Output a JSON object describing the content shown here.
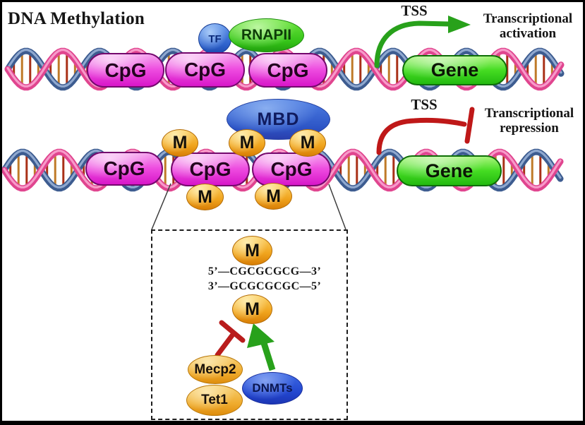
{
  "title": "DNA Methylation",
  "labels": {
    "cpg": "CpG",
    "m": "M",
    "gene": "Gene",
    "tss": "TSS"
  },
  "activation": {
    "tf": "TF",
    "rnapii": "RNAPII",
    "line1": "Transcriptional",
    "line2": "activation"
  },
  "repression": {
    "mbd": "MBD",
    "line1": "Transcriptional",
    "line2": "repression"
  },
  "inset": {
    "seq_top": "5’—CGCGCGCG—3’",
    "seq_bottom": "3’—GCGCGCGC—5’",
    "mecp2": "Mecp2",
    "tet1": "Tet1",
    "dnmts": "DNMTs"
  },
  "colors": {
    "cpg_magenta": "#e935dd",
    "methyl_gold": "#f0a41d",
    "mbd_blue": "#3a6ad8",
    "dnmts_blue": "#2f5fe0",
    "tf_blue": "#3f7ae0",
    "rnapii_green": "#34c318",
    "gene_green": "#45dc22",
    "activation_arrow_green": "#28a11b",
    "repression_red": "#bf1818",
    "helix_pink": "#e0458f",
    "helix_blue": "#3d5c90",
    "text_black": "#151515"
  }
}
